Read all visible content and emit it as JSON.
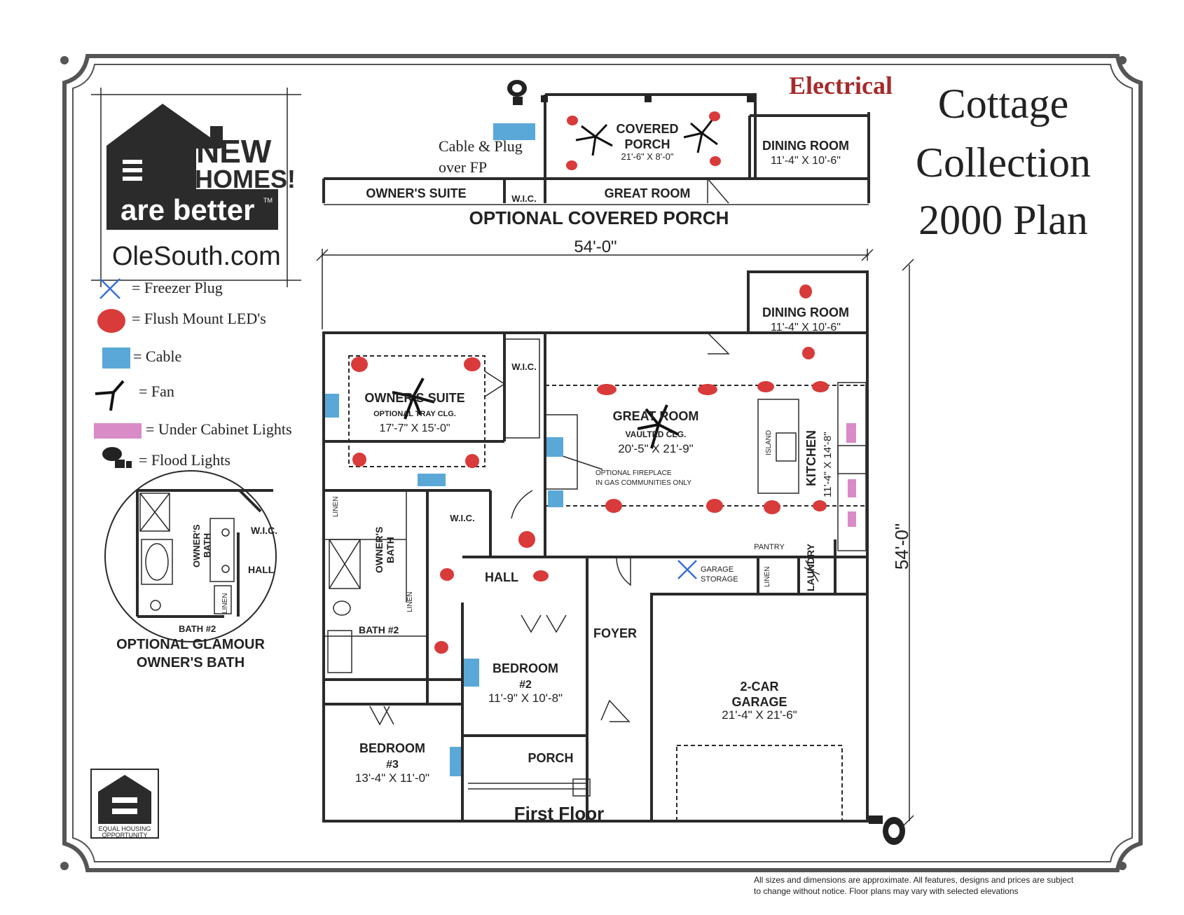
{
  "header": {
    "electrical": "Electrical",
    "title_lines": [
      "Cottage",
      "Collection",
      "2000 Plan"
    ]
  },
  "logo": {
    "new": "NEW",
    "homes": "HOMES!",
    "are_better": "are better",
    "tm": "TM",
    "site": "OleSouth.com"
  },
  "legend": {
    "items": [
      {
        "icon": "freezer-plug-x-icon",
        "label": "= Freezer Plug"
      },
      {
        "icon": "flush-mount-led-icon",
        "label": "= Flush Mount LED's"
      },
      {
        "icon": "cable-outlet-icon",
        "label": "= Cable"
      },
      {
        "icon": "ceiling-fan-icon",
        "label": "= Fan"
      },
      {
        "icon": "under-cabinet-light-icon",
        "label": "= Under Cabinet Lights"
      },
      {
        "icon": "flood-light-icon",
        "label": "= Flood Lights"
      }
    ]
  },
  "porch_plan": {
    "cable_note_1": "Cable & Plug",
    "cable_note_2": "over FP",
    "covered_porch": "COVERED",
    "covered_porch_2": "PORCH",
    "covered_porch_dim": "21'-6\" X 8'-0\"",
    "dining_room": "DINING ROOM",
    "dining_room_dim": "11'-4\" X 10'-6\"",
    "owners_suite": "OWNER'S SUITE",
    "wic": "W.I.C.",
    "great_room": "GREAT ROOM",
    "title": "OPTIONAL COVERED PORCH",
    "width": "54'-0\""
  },
  "first_floor": {
    "dining_room": "DINING ROOM",
    "dining_room_dim": "11'-4\" X 10'-6\"",
    "owners_suite": "OWNER'S SUITE",
    "owners_suite_note": "OPTIONAL TRAY CLG.",
    "owners_suite_dim": "17'-7\" X 15'-0\"",
    "wic_1": "W.I.C.",
    "great_room": "GREAT ROOM",
    "great_room_note": "VAULTED CLG.",
    "great_room_dim": "20'-5\" X 21'-9\"",
    "fireplace_note_1": "OPTIONAL FIREPLACE",
    "fireplace_note_2": "IN GAS COMMUNITIES ONLY",
    "island": "ISLAND",
    "kitchen": "KITCHEN",
    "kitchen_dim": "11'-4\" X 14'-8\"",
    "linen_1": "LINEN",
    "owners_bath": "OWNER'S",
    "owners_bath_2": "BATH",
    "wic_2": "W.I.C.",
    "linen_2": "LINEN",
    "pantry": "PANTRY",
    "garage_storage_1": "GARAGE",
    "garage_storage_2": "STORAGE",
    "linen_3": "LINEN",
    "laundry": "LAUNDRY",
    "hall": "HALL",
    "bath2": "BATH #2",
    "foyer": "FOYER",
    "bedroom2": "BEDROOM",
    "bedroom2_num": "#2",
    "bedroom2_dim": "11'-9\" X 10'-8\"",
    "garage": "2-CAR",
    "garage_2": "GARAGE",
    "garage_dim": "21'-4\" X 21'-6\"",
    "bedroom3": "BEDROOM",
    "bedroom3_num": "#3",
    "bedroom3_dim": "13'-4\" X 11'-0\"",
    "porch": "PORCH",
    "title": "First Floor",
    "depth": "54'-0\""
  },
  "glamour_bath": {
    "owners_bath": "OWNER'S",
    "owners_bath_2": "BATH",
    "wic": "W.I.C.",
    "hall": "HALL",
    "linen": "LINEN",
    "bath2": "BATH #2",
    "title_1": "OPTIONAL GLAMOUR",
    "title_2": "OWNER'S BATH"
  },
  "equal_housing": {
    "line1": "EQUAL HOUSING",
    "line2": "OPPORTUNITY"
  },
  "disclaimer": {
    "line1": "All sizes and dimensions are approximate. All features, designs and prices are subject",
    "line2": "to change without notice.  Floor plans may vary with selected elevations"
  },
  "colors": {
    "led": "#d93a3a",
    "cable": "#5aa8d8",
    "under_cabinet": "#d98bc7",
    "electrical_title": "#a52a2a",
    "freezer_x": "#3a6fd8"
  }
}
